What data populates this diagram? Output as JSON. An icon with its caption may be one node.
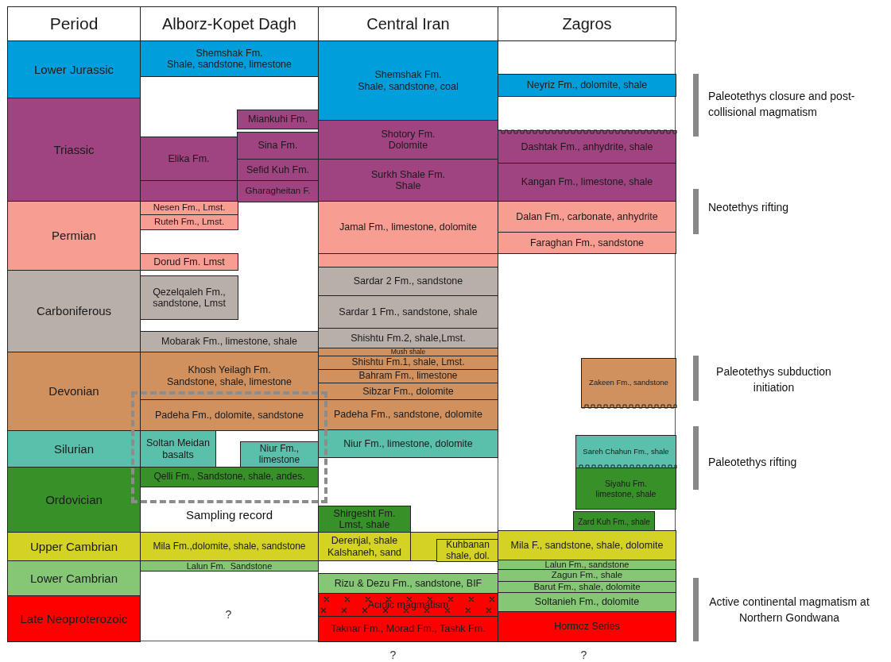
{
  "diagram": {
    "nodes": [
      {
        "text": [
          "Period"
        ]
      },
      {
        "text": [
          "Alborz-Kopet Dagh"
        ]
      },
      {
        "text": [
          "Central Iran"
        ]
      },
      {
        "text": [
          "Zagros"
        ]
      },
      {
        "text": [
          "Lower Jurassic"
        ]
      },
      {
        "text": [
          "Triassic"
        ]
      },
      {
        "text": [
          "Permian"
        ]
      },
      {
        "text": [
          "Carboniferous"
        ]
      },
      {
        "text": [
          "Devonian"
        ]
      },
      {
        "text": [
          "Silurian"
        ]
      },
      {
        "text": [
          "Ordovician"
        ]
      },
      {
        "text": [
          "Upper Cambrian"
        ]
      },
      {
        "text": [
          "Lower Cambrian"
        ]
      },
      {
        "text": [
          "Late Neoproterozoic"
        ]
      },
      {
        "text": [
          "Shemshak Fm.",
          "Shale, sandstone, limestone"
        ]
      },
      {
        "text": [
          "Miankuhi Fm."
        ]
      },
      {
        "text": [
          "Elika Fm."
        ]
      },
      {
        "text": [
          "Sina Fm."
        ]
      },
      {
        "text": [
          "Sefid Kuh Fm."
        ]
      },
      {
        "text": [],
        "shape": "box"
      },
      {
        "text": [
          "Gharagheitan F."
        ]
      },
      {
        "text": [
          "Nesen Fm., Lmst."
        ]
      },
      {
        "text": [
          "Ruteh Fm., Lmst."
        ]
      },
      {
        "text": [
          "Dorud Fm. Lmst"
        ]
      },
      {
        "text": [
          "Qezelqaleh Fm., sandstone, Lmst"
        ]
      },
      {
        "text": [
          "Mobarak Fm., limestone, shale"
        ]
      },
      {
        "text": [
          "Khosh Yeilagh Fm.",
          "Sandstone, shale, limestone"
        ]
      },
      {
        "text": [
          "Padeha Fm., dolomite, sandstone"
        ],
        "in": 69
      },
      {
        "text": [
          "Soltan Meidan basalts"
        ],
        "in": 69
      },
      {
        "text": [
          "Niur Fm., limestone"
        ],
        "in": 69
      },
      {
        "text": [
          "Qelli Fm., Sandstone, shale, andes."
        ],
        "in": 69
      },
      {
        "text": [
          "Mila Fm.,dolomite, shale, sandstone"
        ]
      },
      {
        "text": [
          "Lalun Fm.  Sandstone"
        ]
      },
      {
        "text": [
          "Shemshak Fm.",
          "Shale, sandstone, coal"
        ]
      },
      {
        "text": [
          "Shotory Fm.",
          "Dolomite"
        ]
      },
      {
        "text": [
          "Surkh Shale Fm.",
          "Shale"
        ]
      },
      {
        "text": [
          "Jamal Fm., limestone, dolomite"
        ]
      },
      {
        "text": [],
        "shape": "box"
      },
      {
        "text": [
          "Sardar 2 Fm., sandstone"
        ]
      },
      {
        "text": [
          "Sardar 1 Fm., sandstone, shale"
        ]
      },
      {
        "text": [
          "Shishtu Fm.2, shale,Lmst."
        ]
      },
      {
        "text": [
          "Mush shale"
        ]
      },
      {
        "text": [
          "Shishtu Fm.1, shale, Lmst."
        ]
      },
      {
        "text": [
          "Bahram Fm., limestone"
        ]
      },
      {
        "text": [
          "Sibzar Fm., dolomite"
        ]
      },
      {
        "text": [
          "Padeha Fm., sandstone, dolomite"
        ]
      },
      {
        "text": [
          "Niur Fm., limestone, dolomite"
        ]
      },
      {
        "text": [
          "Shirgesht Fm.",
          "Lmst, shale"
        ]
      },
      {
        "text": [
          "Derenjal, shale",
          "Kalshaneh, sand"
        ]
      },
      {
        "text": [],
        "shape": "box"
      },
      {
        "text": [
          "Kuhbanan shale, dol."
        ],
        "in": 49
      },
      {
        "text": [
          "Rizu & Dezu Fm., sandstone, BIF"
        ]
      },
      {
        "text": [
          "Acidic magmatism"
        ]
      },
      {
        "text": [
          "Taknar Fm., Morad Fm., Tashk Fm."
        ]
      },
      {
        "text": [
          "Neyriz Fm., dolomite, shale"
        ]
      },
      {
        "text": [
          "Dashtak Fm., anhydrite, shale"
        ]
      },
      {
        "text": [
          "Kangan Fm., limestone, shale"
        ]
      },
      {
        "text": [
          "Dalan Fm., carbonate, anhydrite"
        ]
      },
      {
        "text": [
          "Faraghan Fm., sandstone"
        ]
      },
      {
        "text": [
          "Zakeen Fm., sandstone"
        ]
      },
      {
        "text": [
          "Sareh Chahun Fm., shale"
        ]
      },
      {
        "text": [
          "Siyahu Fm.",
          "limestone, shale"
        ]
      },
      {
        "text": [
          "Zard Kuh Fm., shale"
        ]
      },
      {
        "text": [
          "Mila F., sandstone, shale, dolomite"
        ]
      },
      {
        "text": [
          "Lalun Fm., sandstone"
        ]
      },
      {
        "text": [
          "Zagun Fm., shale"
        ]
      },
      {
        "text": [
          "Barut Fm., shale, dolomite"
        ]
      },
      {
        "text": [
          "Soltanieh Fm., dolomite"
        ]
      },
      {
        "text": [
          "Hormoz Series"
        ]
      },
      {
        "text": [
          "Sampling record"
        ]
      }
    ],
    "labels": [
      "Paleotethys closure and post-collisional magmatism",
      "Neotethys rifting",
      "Paleotethys subduction initiation",
      "Paleotethys rifting",
      "Active continental magmatism at Northern Gondwana",
      "?",
      "?",
      "?"
    ]
  }
}
